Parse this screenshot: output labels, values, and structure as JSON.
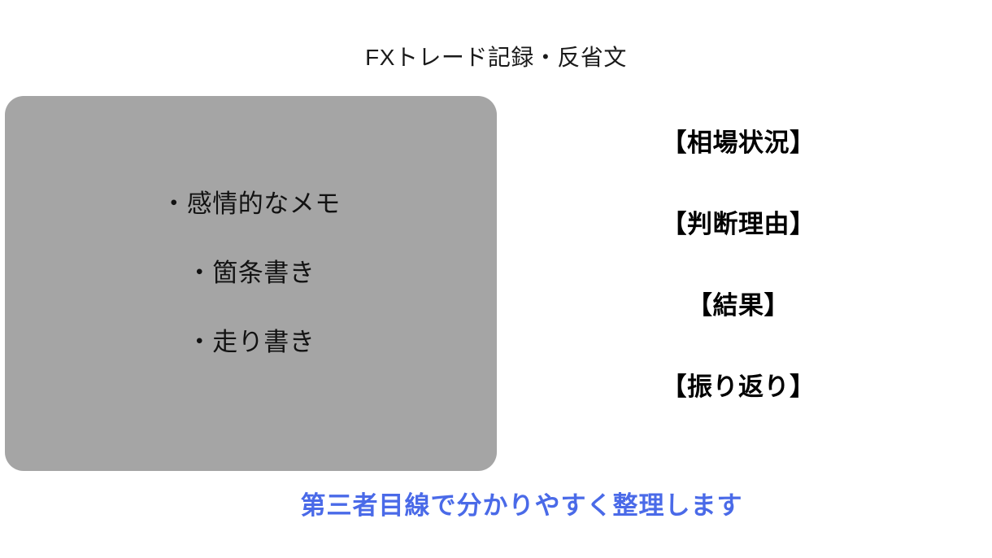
{
  "slide": {
    "title": "FXトレード記録・反省文",
    "background_color": "#ffffff"
  },
  "messy_notes_panel": {
    "name": "messy-notes-card",
    "fill_color": "#a5a5a5",
    "items": [
      {
        "text": "・感情的なメモ"
      },
      {
        "text": "・箇条書き"
      },
      {
        "text": "・走り書き"
      }
    ]
  },
  "structured_labels": {
    "text_color": "#000000",
    "items": [
      {
        "text": "【相場状況】"
      },
      {
        "text": "【判断理由】"
      },
      {
        "text": "【結果】"
      },
      {
        "text": "【振り返り】"
      }
    ]
  },
  "caption": {
    "text": "第三者目線で分かりやすく整理します",
    "color": "#4a6ae8"
  }
}
